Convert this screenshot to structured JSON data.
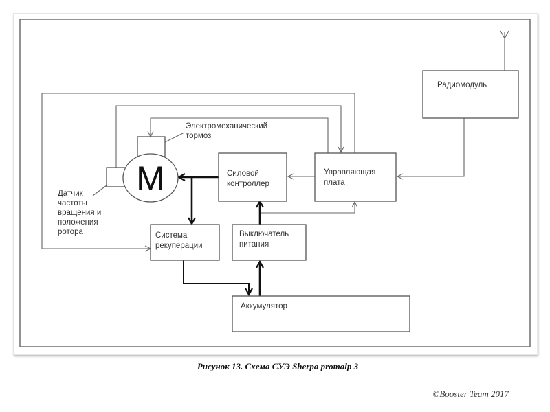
{
  "diagram": {
    "motor_symbol": "M",
    "blocks": {
      "radio_module": "Радиомодуль",
      "control_board": [
        "Управляющая",
        "плата"
      ],
      "power_controller": [
        "Силовой",
        "контроллер"
      ],
      "recuperation_system": [
        "Система",
        "рекуперации"
      ],
      "power_switch": [
        "Выключатель",
        "питания"
      ],
      "battery": "Аккумулятор"
    },
    "callouts": {
      "brake": [
        "Электромеханический",
        "тормоз"
      ],
      "sensor": [
        "Датчик",
        "частоты",
        "вращения и",
        "положения",
        "ротора"
      ]
    },
    "icons": {
      "antenna": "antenna-icon",
      "motor": "motor-icon"
    }
  },
  "caption": "Рисунок 13. Схема СУЭ Sherpa promalp 3",
  "copyright": "©Booster Team 2017"
}
